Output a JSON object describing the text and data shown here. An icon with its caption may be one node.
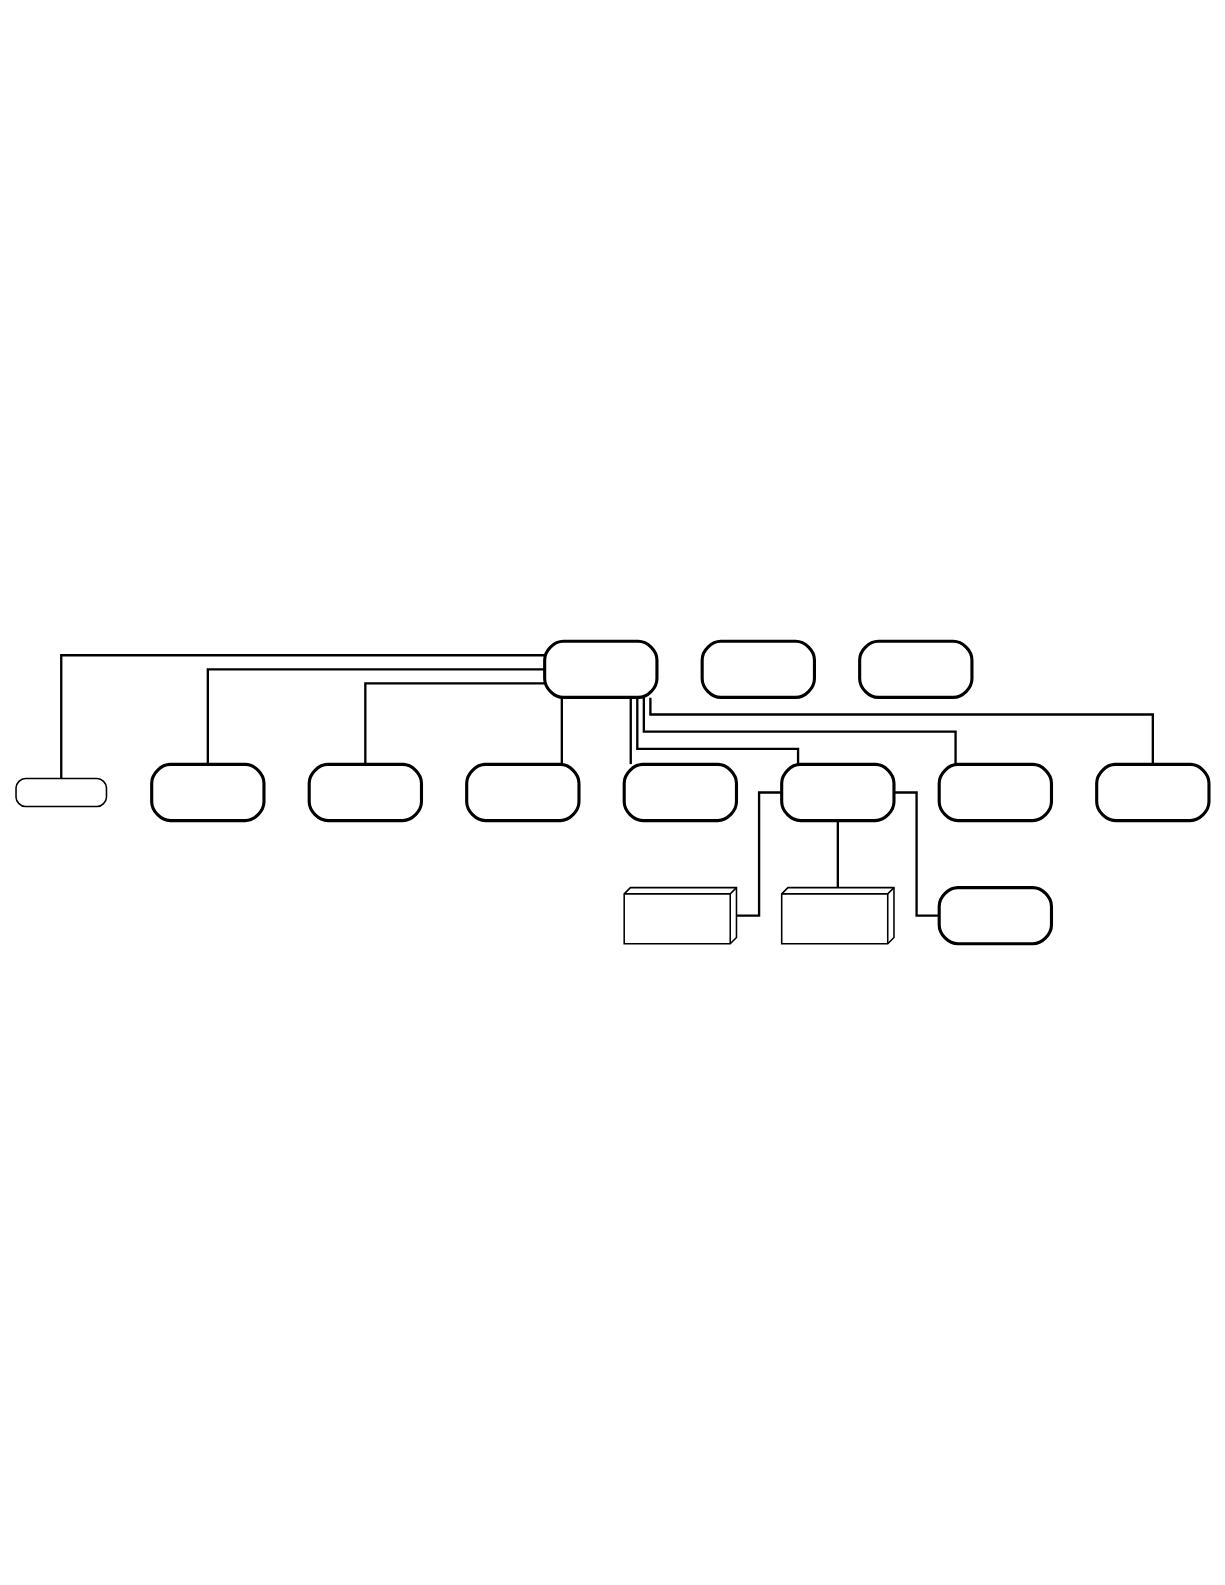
{
  "diagram": {
    "nodes": [
      {
        "text": [],
        "shape": "box"
      },
      {
        "text": [],
        "shape": "capsule"
      },
      {
        "text": [],
        "shape": "box"
      },
      {
        "text": [],
        "shape": "box"
      },
      {
        "text": [],
        "shape": "box"
      },
      {
        "text": [],
        "shape": "box"
      },
      {
        "text": [],
        "shape": "box"
      },
      {
        "text": [],
        "shape": "box"
      },
      {
        "text": [],
        "shape": "box"
      },
      {
        "text": [],
        "shape": "stack"
      },
      {
        "text": [],
        "shape": "box"
      },
      {
        "text": [],
        "shape": "box"
      },
      {
        "text": [],
        "shape": "stack"
      },
      {
        "text": [],
        "shape": "box"
      }
    ],
    "edges": [
      {
        "from": 0,
        "to": 1,
        "arrow": "none"
      },
      {
        "from": 0,
        "to": 2,
        "arrow": "none"
      },
      {
        "from": 0,
        "to": 3,
        "arrow": "none"
      },
      {
        "from": 0,
        "to": 4,
        "arrow": "none"
      },
      {
        "from": 0,
        "to": 5,
        "arrow": "none"
      },
      {
        "from": 0,
        "to": 6,
        "arrow": "none"
      },
      {
        "from": 0,
        "to": 7,
        "arrow": "none"
      },
      {
        "from": 0,
        "to": 8,
        "arrow": "none"
      },
      {
        "from": 6,
        "to": 9,
        "arrow": "none"
      },
      {
        "from": 6,
        "to": 12,
        "arrow": "none"
      },
      {
        "from": 6,
        "to": 13,
        "arrow": "none"
      }
    ]
  }
}
